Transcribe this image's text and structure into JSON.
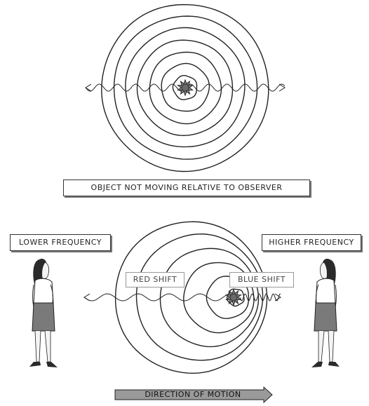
{
  "labels": {
    "static": "OBJECT NOT MOVING RELATIVE TO OBSERVER",
    "lower_frequency": "LOWER FREQUENCY",
    "higher_frequency": "HIGHER FREQUENCY",
    "red_shift": "RED SHIFT",
    "blue_shift": "BLUE SHIFT",
    "direction": "DIRECTION OF MOTION"
  },
  "colors": {
    "line": "#222222",
    "source_fill": "#8a8a8a",
    "arrow_fill": "#9a9a9a",
    "skirt": "#7a7a7a",
    "hair": "#2a2a2a"
  },
  "icons": {
    "source": "star-source-icon",
    "observer": "person-observer-icon"
  }
}
